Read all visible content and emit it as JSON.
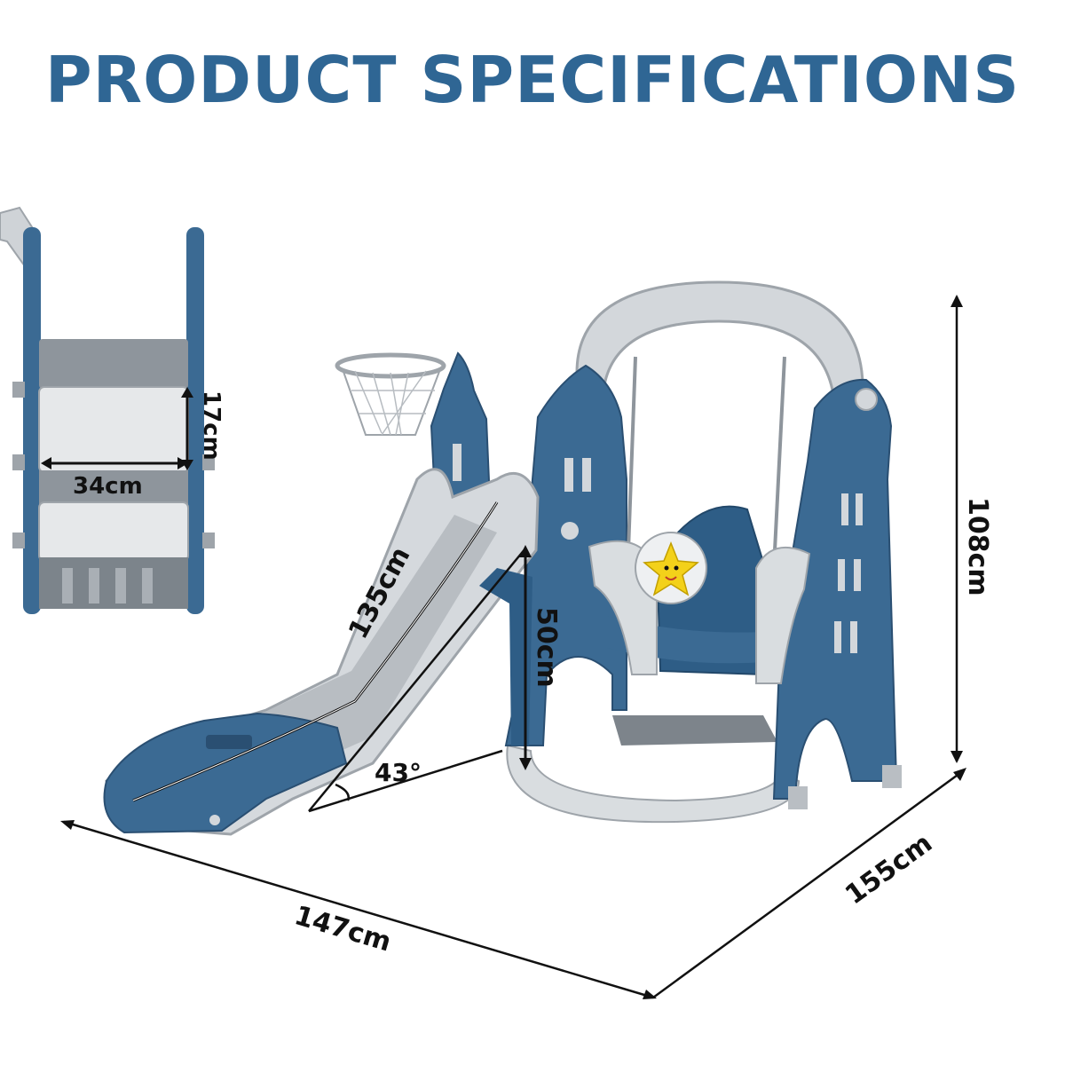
{
  "title": "PRODUCT SPECIFICATIONS",
  "colors": {
    "title": "#2f6694",
    "blue": "#3b6a93",
    "blue_dark": "#2a4f72",
    "gray": "#d6d9dd",
    "gray_dark": "#9ea4aa"
  },
  "dimensions": {
    "step_height": "17cm",
    "step_width": "34cm",
    "slide_length": "135cm",
    "platform_height": "50cm",
    "slide_angle": "43°",
    "total_height": "108cm",
    "length": "147cm",
    "depth": "155cm"
  },
  "icons": [
    "star-mascot-icon",
    "basketball-hoop-icon"
  ]
}
